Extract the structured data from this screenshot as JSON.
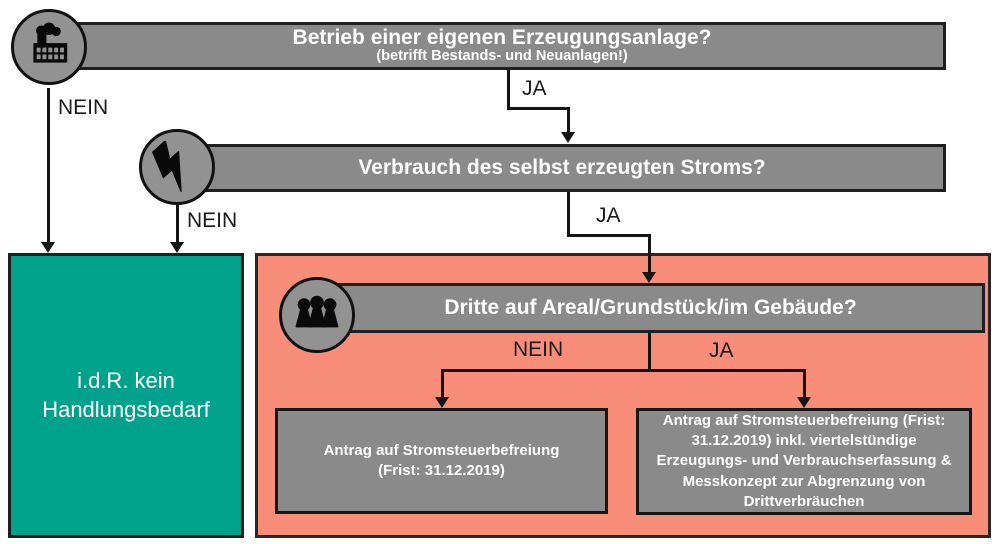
{
  "palette": {
    "bar_gray": "#8a8a8a",
    "circle_gray": "#929292",
    "teal": "#00a28c",
    "salmon": "#f88d7a",
    "border_dark": "#1f1f1f",
    "text_light": "#ffffff",
    "text_dark": "#1a1a1a"
  },
  "flowchart": {
    "q1": {
      "title": "Betrieb einer eigenen Erzeugungsanlage?",
      "subtitle": "(betrifft Bestands- und Neuanlagen!)",
      "icon": "factory-icon",
      "ja": "JA",
      "nein": "NEIN"
    },
    "q2": {
      "title": "Verbrauch des selbst erzeugten Stroms?",
      "icon": "lightning-icon",
      "ja": "JA",
      "nein": "NEIN"
    },
    "q3": {
      "title": "Dritte auf Areal/Grundstück/im Gebäude?",
      "icon": "people-icon",
      "ja": "JA",
      "nein": "NEIN"
    },
    "outcome_no_action": {
      "text": "i.d.R. kein Handlungsbedarf"
    },
    "outcome_nein": {
      "text": "Antrag auf Stromsteuerbefreiung (Frist: 31.12.2019)"
    },
    "outcome_ja": {
      "text": "Antrag auf Stromsteuerbefreiung (Frist: 31.12.2019) inkl. viertelstündige Erzeugungs- und Verbrauchserfassung & Messkonzept zur Abgrenzung von Drittverbräuchen"
    }
  }
}
